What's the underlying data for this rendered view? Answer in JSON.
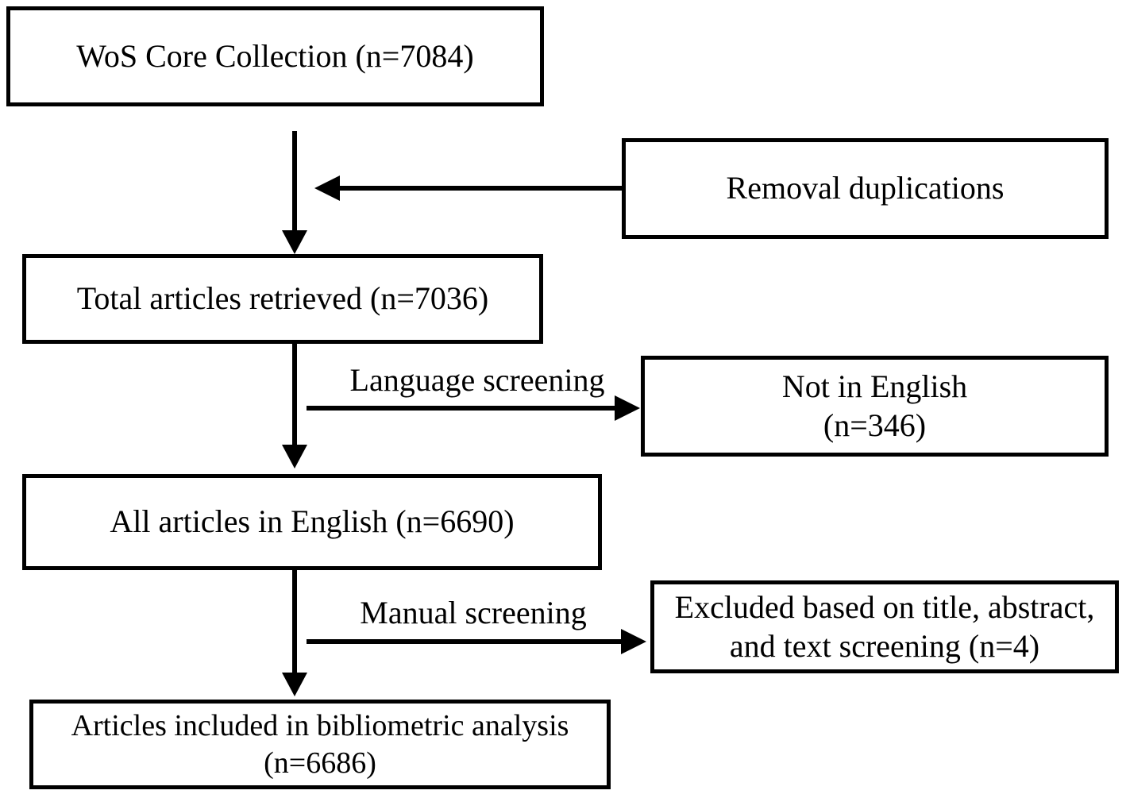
{
  "diagram": {
    "type": "flowchart",
    "title_implied": "Article screening flow for bibliometric analysis",
    "colors": {
      "stroke": "#000000",
      "text": "#000000",
      "background": "#ffffff"
    },
    "nodes": {
      "wos": {
        "label": "WoS Core Collection (n=7084)",
        "n": 7084
      },
      "removal": {
        "label": "Removal duplications"
      },
      "retrieved": {
        "label": "Total articles retrieved (n=7036)",
        "n": 7036
      },
      "not_english": {
        "line1": "Not in English",
        "line2": "(n=346)",
        "n": 346
      },
      "english": {
        "label": "All articles in English (n=6690)",
        "n": 6690
      },
      "excluded": {
        "line1": "Excluded based on title, abstract,",
        "line2": "and text screening (n=4)",
        "n": 4
      },
      "included": {
        "line1": "Articles included in bibliometric analysis",
        "line2": "(n=6686)",
        "n": 6686
      }
    },
    "edge_labels": {
      "language": "Language screening",
      "manual": "Manual screening"
    }
  }
}
